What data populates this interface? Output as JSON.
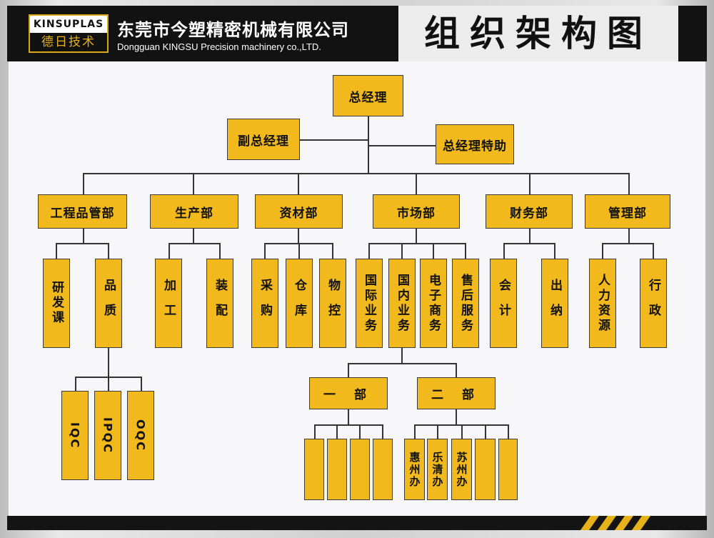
{
  "header": {
    "logo_brand": "KINSUPLAS",
    "logo_cn": "德日技术",
    "company_cn": "东莞市今塑精密机械有限公司",
    "company_en": "Dongguan KINGSU Precision machinery co.,LTD.",
    "title": "组织架构图"
  },
  "org": {
    "gm": "总经理",
    "deputy_gm": "副总经理",
    "gm_assistant": "总经理特助",
    "departments": [
      {
        "name": "工程品管部",
        "units": [
          "研发课",
          "品质"
        ]
      },
      {
        "name": "生产部",
        "units": [
          "加工",
          "装配"
        ]
      },
      {
        "name": "资材部",
        "units": [
          "采购",
          "仓库",
          "物控"
        ]
      },
      {
        "name": "市场部",
        "units": [
          "国际业务",
          "国内业务",
          "电子商务",
          "售后服务"
        ]
      },
      {
        "name": "财务部",
        "units": [
          "会计",
          "出纳"
        ]
      },
      {
        "name": "管理部",
        "units": [
          "人力资源",
          "行政"
        ]
      }
    ],
    "quality_units": [
      "IQC",
      "IPQC",
      "OQC"
    ],
    "domestic_divisions": [
      "一 部",
      "二 部"
    ],
    "div1_offices": [
      "",
      "",
      "",
      ""
    ],
    "div2_offices": [
      "惠州办",
      "乐清办",
      "苏州办",
      "",
      ""
    ]
  },
  "colors": {
    "box": "#f1b91b",
    "header": "#121212",
    "accent": "#e6b21c"
  }
}
